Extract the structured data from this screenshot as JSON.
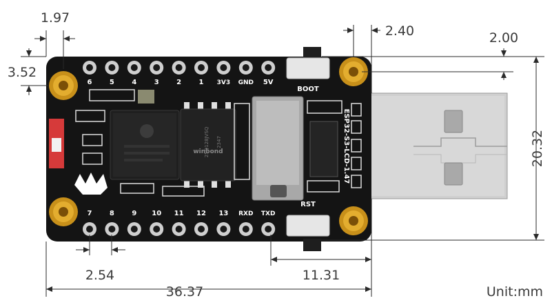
{
  "dimensions": {
    "d197": "1.97",
    "d352": "3.52",
    "d240": "2.40",
    "d200": "2.00",
    "d2032": "20.32",
    "d254": "2.54",
    "d3637": "36.37",
    "d1131": "11.31"
  },
  "unit": "Unit:mm",
  "board": {
    "top_labels": [
      "6",
      "5",
      "4",
      "3",
      "2",
      "1",
      "3V3",
      "GND",
      "5V"
    ],
    "bottom_labels": [
      "7",
      "8",
      "9",
      "10",
      "11",
      "12",
      "13",
      "RXD",
      "TXD"
    ],
    "boot": "BOOT",
    "rst": "RST",
    "model": "ESP32-S3-LCD-1.47",
    "flash_brand": "winbond",
    "flash_code": "25Q128JVSQ",
    "flash_date": "2347"
  },
  "colors": {
    "pcb": "#141414",
    "gold": "#d9a21e",
    "usb_metal": "#c9c9c9",
    "dim_line": "#2a2a2a"
  }
}
